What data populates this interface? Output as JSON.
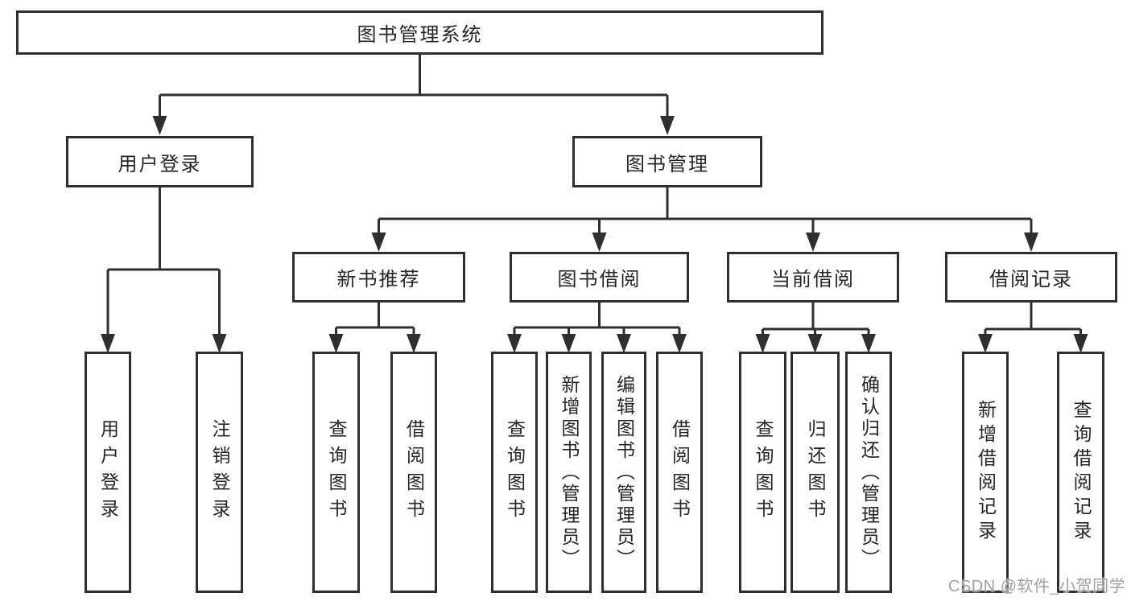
{
  "colors": {
    "line": "#2f2f2f",
    "box_border": "#2f2f2f",
    "text": "#262626",
    "background": "#ffffff",
    "watermark_text": "#9fa0a2"
  },
  "watermark": {
    "text": "CSDN @软件_小贺同学"
  },
  "tree": {
    "root": {
      "label": "图书管理系统"
    },
    "branches": [
      {
        "label": "用户登录",
        "children": [
          {
            "label": "用户登录"
          },
          {
            "label": "注销登录"
          }
        ]
      },
      {
        "label": "图书管理",
        "children": [
          {
            "label": "新书推荐",
            "children": [
              {
                "label": "查询图书"
              },
              {
                "label": "借阅图书"
              }
            ]
          },
          {
            "label": "图书借阅",
            "children": [
              {
                "label": "查询图书"
              },
              {
                "label": "新增图书（管理员）"
              },
              {
                "label": "编辑图书（管理员）"
              },
              {
                "label": "借阅图书"
              }
            ]
          },
          {
            "label": "当前借阅",
            "children": [
              {
                "label": "查询图书"
              },
              {
                "label": "归还图书"
              },
              {
                "label": "确认归还（管理员）"
              }
            ]
          },
          {
            "label": "借阅记录",
            "children": [
              {
                "label": "新增借阅记录"
              },
              {
                "label": "查询借阅记录"
              }
            ]
          }
        ]
      }
    ]
  }
}
